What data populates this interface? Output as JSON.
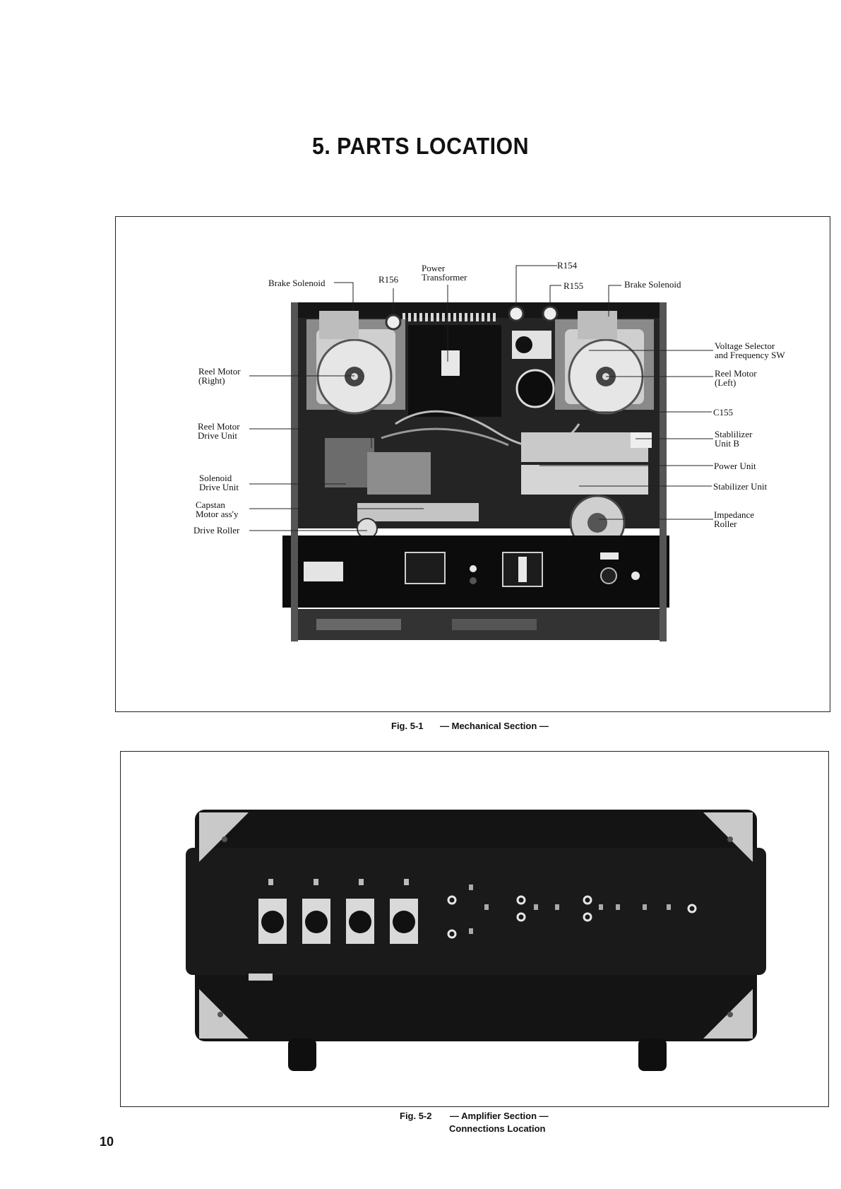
{
  "page": {
    "title": "5. PARTS LOCATION",
    "page_number": "10"
  },
  "figure1": {
    "caption_num": "Fig. 5-1",
    "caption_text": "— Mechanical Section —",
    "labels": {
      "brake_solenoid_left": "Brake Solenoid",
      "r156": "R156",
      "power": "Power",
      "transformer": "Transformer",
      "r154": "R154",
      "r155": "R155",
      "brake_solenoid_right": "Brake Solenoid",
      "voltage_selector_1": "Voltage Selector",
      "voltage_selector_2": "and Frequency SW",
      "reel_motor_right_1": "Reel Motor",
      "reel_motor_right_2": "(Right)",
      "reel_motor_left_1": "Reel Motor",
      "reel_motor_left_2": "(Left)",
      "c155": "C155",
      "reel_motor_drive_1": "Reel Motor",
      "reel_motor_drive_2": "Drive Unit",
      "stabilizer_b_1": "Stablilizer",
      "stabilizer_b_2": "Unit B",
      "power_unit": "Power Unit",
      "solenoid_drive_1": "Solenoid",
      "solenoid_drive_2": "Drive Unit",
      "stabilizer_unit": "Stabilizer Unit",
      "capstan_1": "Capstan",
      "capstan_2": "Motor ass'y",
      "impedance_1": "Impedance",
      "impedance_2": "Roller",
      "drive_roller": "Drive Roller"
    }
  },
  "figure2": {
    "caption_num": "Fig. 5-2",
    "caption_line1": "— Amplifier Section —",
    "caption_line2": "Connections Location"
  }
}
